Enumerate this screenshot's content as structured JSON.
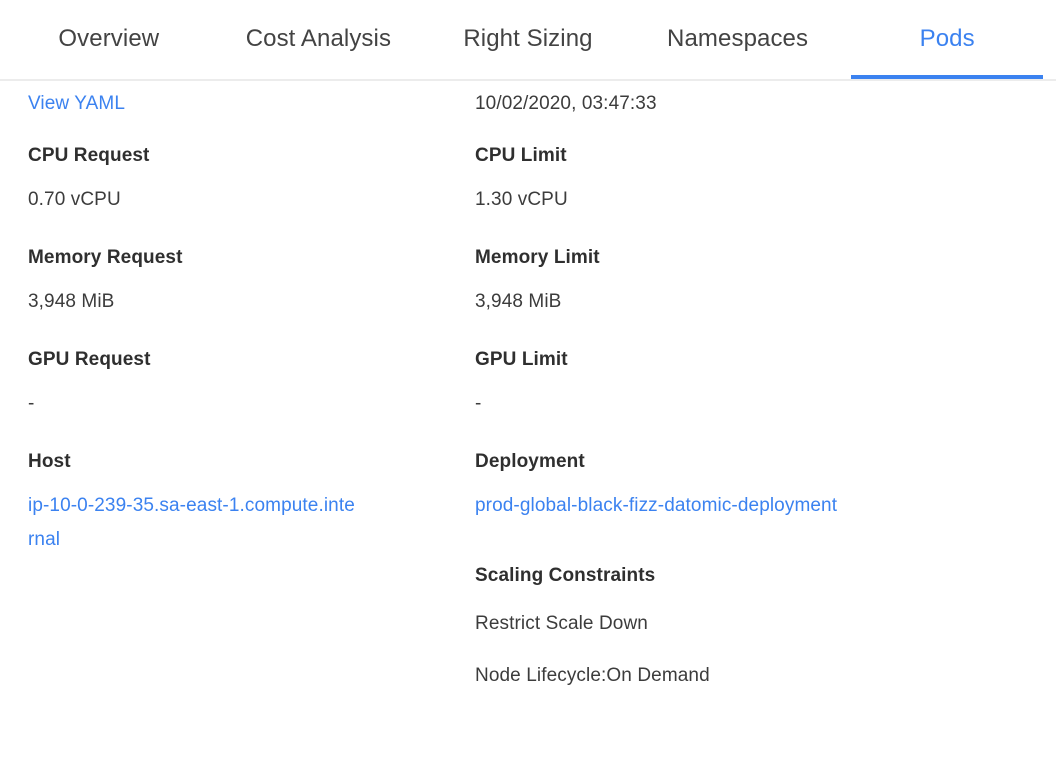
{
  "tabs": [
    {
      "label": "Overview",
      "active": false
    },
    {
      "label": "Cost Analysis",
      "active": false
    },
    {
      "label": "Right Sizing",
      "active": false
    },
    {
      "label": "Namespaces",
      "active": false
    },
    {
      "label": "Pods",
      "active": true
    }
  ],
  "colors": {
    "accent": "#3b82f0",
    "text": "#3c3c3c",
    "label": "#2f2f2f",
    "divider": "#ececec",
    "tab_inactive": "#434343"
  },
  "left_column": {
    "view_yaml_label": "View YAML",
    "fields": [
      {
        "label": "CPU Request",
        "value": "0.70 vCPU"
      },
      {
        "label": "Memory Request",
        "value": "3,948 MiB"
      },
      {
        "label": "GPU Request",
        "value": "-"
      },
      {
        "label": "Host",
        "value": "ip-10-0-239-35.sa-east-1.compute.internal"
      }
    ]
  },
  "right_column": {
    "timestamp": "10/02/2020, 03:47:33",
    "fields": [
      {
        "label": "CPU Limit",
        "value": "1.30 vCPU"
      },
      {
        "label": "Memory Limit",
        "value": "3,948 MiB"
      },
      {
        "label": "GPU Limit",
        "value": "-"
      },
      {
        "label": "Deployment",
        "value": "prod-global-black-fizz-datomic-deployment"
      }
    ],
    "scaling": {
      "title": "Scaling Constraints",
      "items": [
        "Restrict Scale Down",
        "Node Lifecycle:On Demand"
      ]
    }
  }
}
